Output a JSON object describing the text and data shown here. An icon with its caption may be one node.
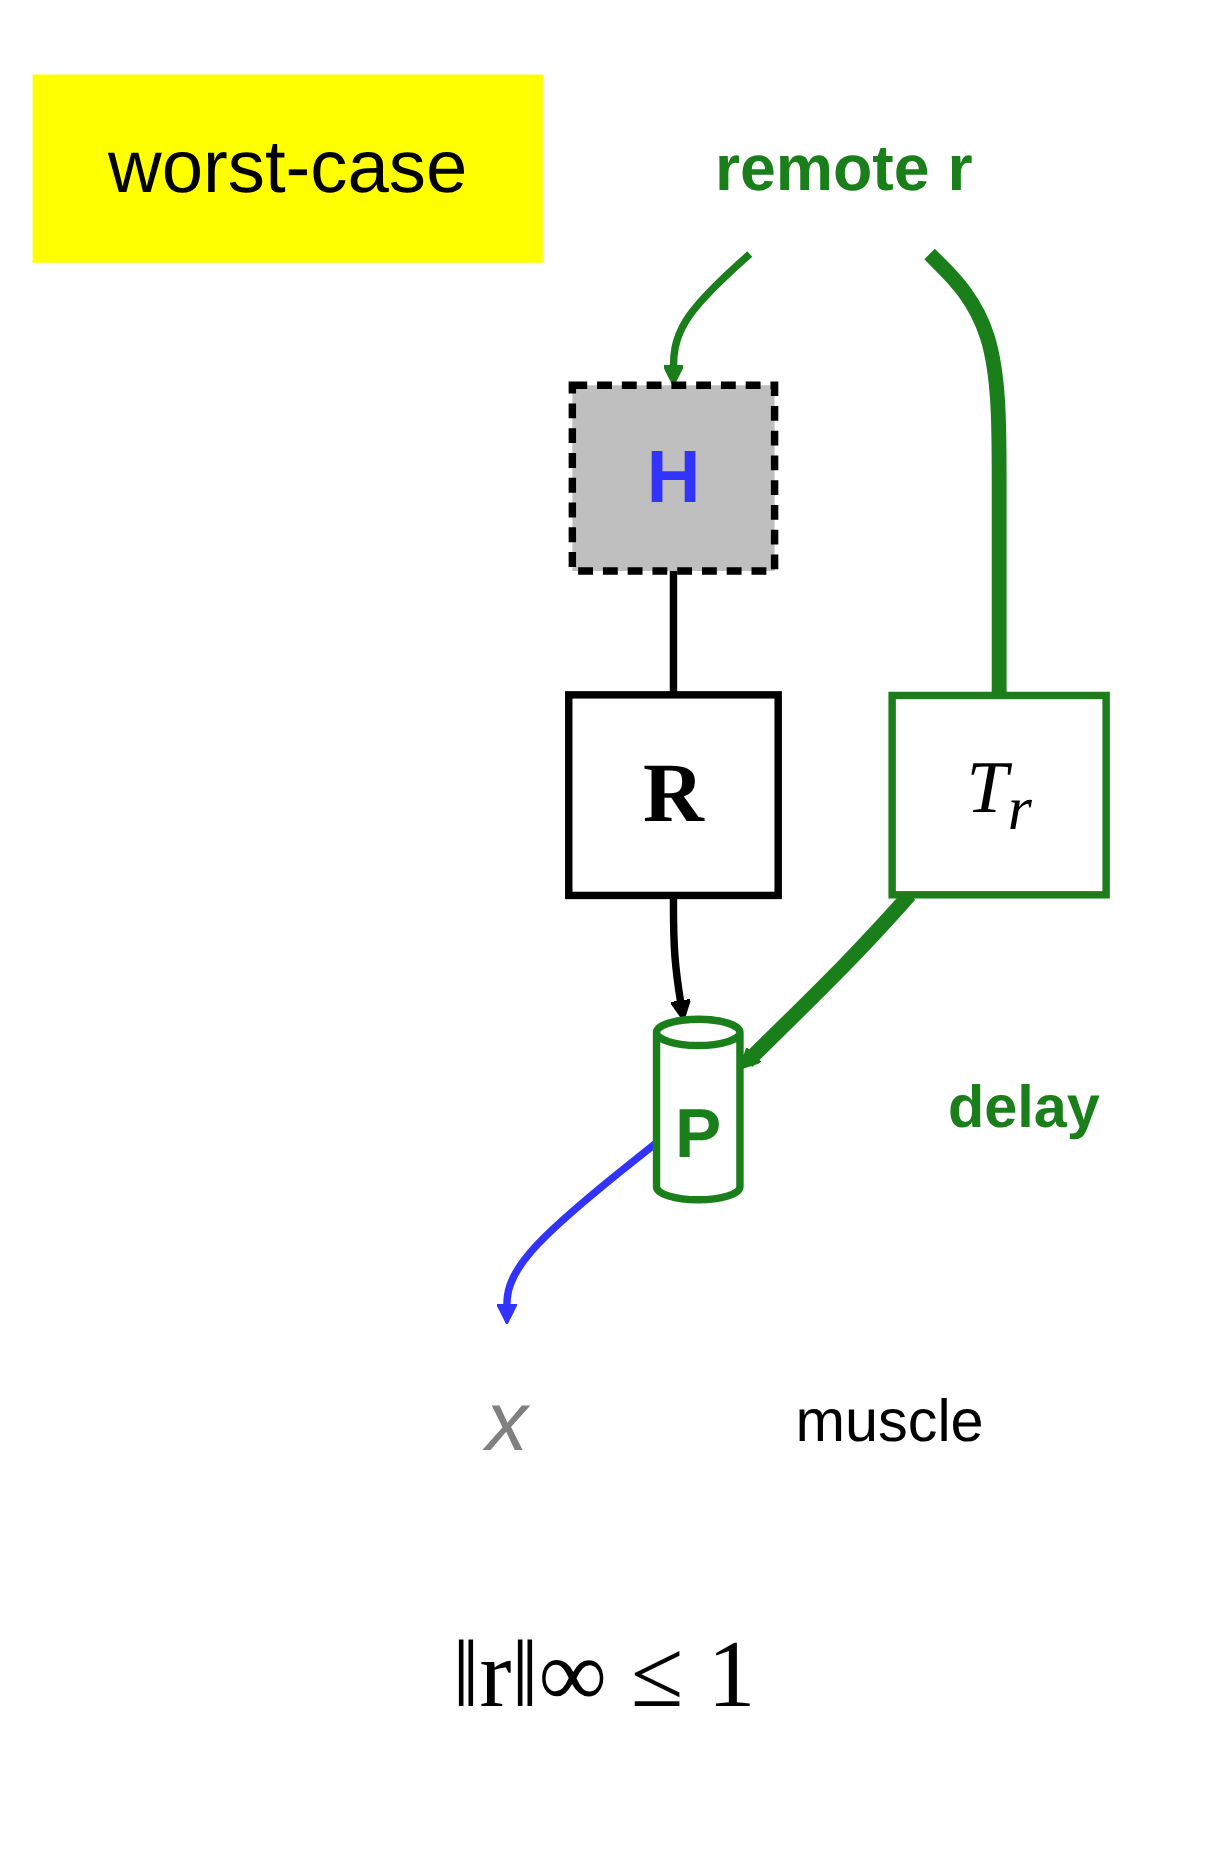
{
  "diagram": {
    "nodes": [
      {
        "text": [
          "worst-case"
        ]
      },
      {
        "text": [
          "H"
        ]
      },
      {
        "text": [
          "remote r"
        ]
      },
      {
        "text": [
          "R"
        ]
      },
      {
        "text": [
          "T$_{r}$"
        ],
        "beside": [
          "delay"
        ]
      },
      {
        "text": [
          "P"
        ],
        "beside": [
          "muscle"
        ]
      },
      {
        "text": [
          "x"
        ]
      }
    ],
    "edges": [
      {
        "from": 2,
        "to": 1,
        "arrow": "to"
      },
      {
        "from": 1,
        "to": 3,
        "arrow": "none",
        "color": "#000000"
      },
      {
        "from": 3,
        "to": 5,
        "arrow": "to",
        "color": "#000000"
      },
      {
        "from": 2,
        "to": 4,
        "arrow": "none",
        "style": "thick"
      },
      {
        "from": 4,
        "to": 5,
        "arrow": "to",
        "style": "thick"
      },
      {
        "from": 5,
        "to": 6,
        "arrow": "to",
        "color": "#3333ff"
      }
    ],
    "labels": [
      "‖r‖∞ ≤ 1"
    ]
  }
}
